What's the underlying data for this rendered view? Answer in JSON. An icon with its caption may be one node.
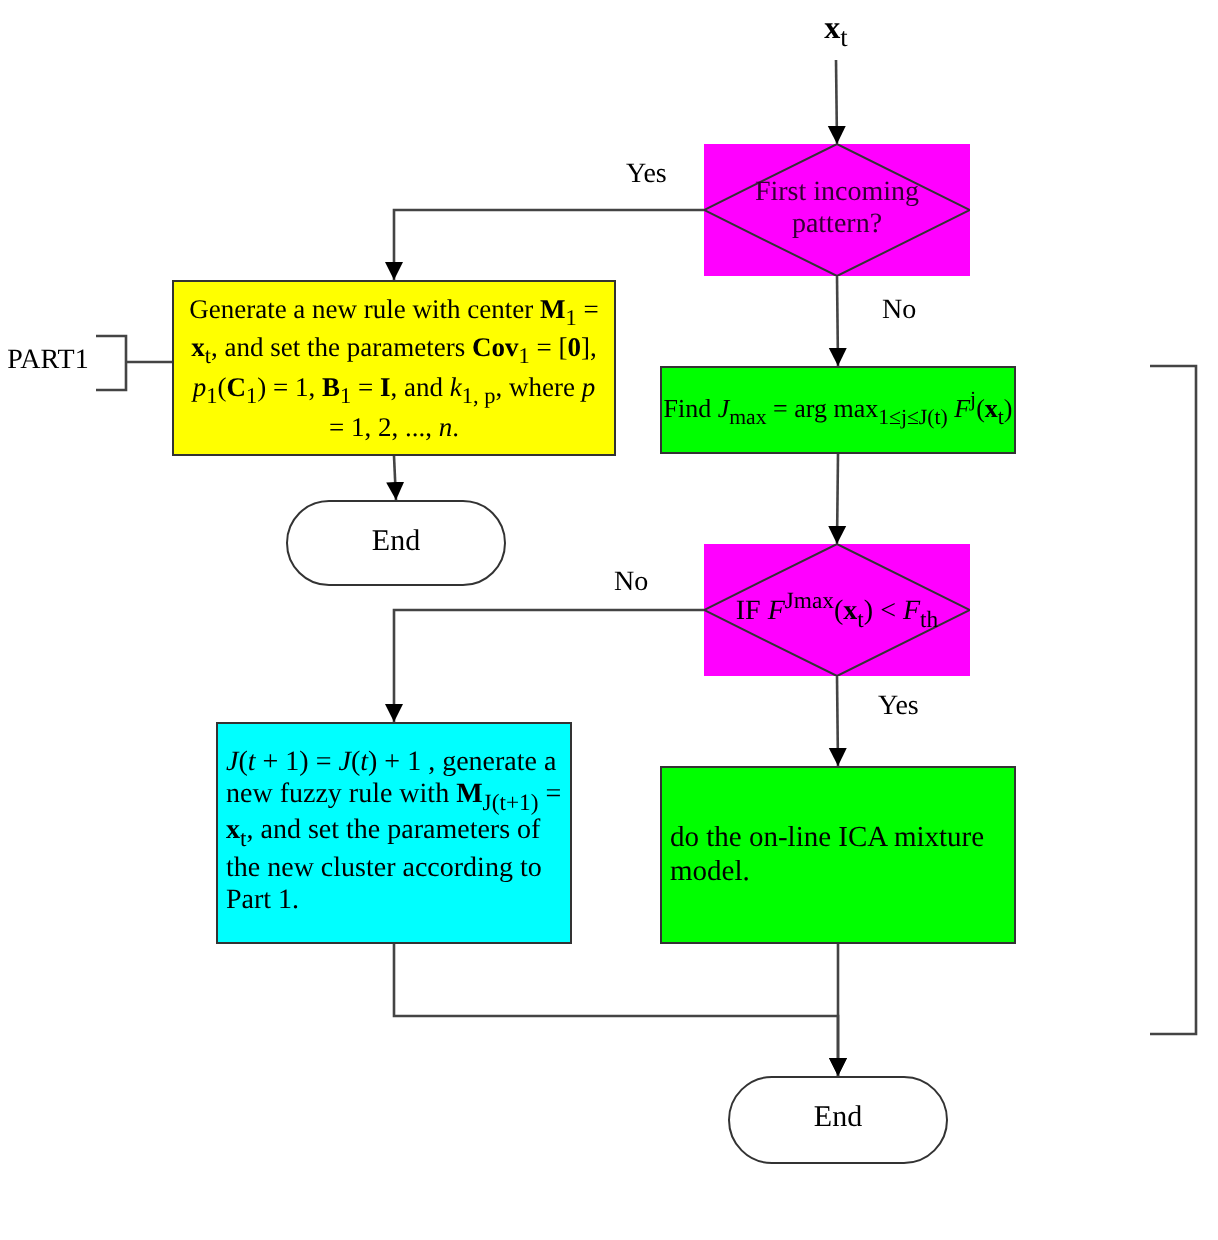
{
  "diagram": {
    "nodes": [
      {
        "text": [
          "**x**$_{t}$"
        ]
      },
      {
        "text": [
          "First incoming pattern?"
        ]
      },
      {
        "text": [
          "Generate a new rule with center **M**$_{1}$ = **x**$_{t}$, and set the parameters **Cov**$_{1}$ = [**0**], *p*$_{1}$(**C**$_{1}$) = 1, **B**$_{1}$ = **I**, and *k*$_{1, p}$, where *p* = 1, 2, ..., *n*."
        ]
      },
      {
        "text": [
          "End"
        ]
      },
      {
        "text": [
          "Find *J*$_{max}$ = arg max$_{1≤j≤J(t)}$ *F*$^{j}$(**x**$_{t}$)"
        ]
      },
      {
        "text": [
          "IF *F*$^{Jmax}$(**x**$_{t}$) < *F*$_{th}$"
        ]
      },
      {
        "text": [
          "*J*(*t* + 1) = *J*(*t*) + 1 , generate a new fuzzy rule with **M**$_{J(t+1)}$ = **x**$_{t}$, and set the parameters of the new cluster according to Part 1."
        ]
      },
      {
        "text": [
          "do the on-line ICA mixture model."
        ]
      },
      {
        "text": [
          "End"
        ]
      },
      {
        "text": [
          "PART1"
        ]
      }
    ],
    "edges": [
      {
        "from": 0,
        "to": 1,
        "arrow": "to"
      },
      {
        "from": 1,
        "to": 2,
        "arrow": "to",
        "label": "Yes"
      },
      {
        "from": 1,
        "to": 4,
        "arrow": "to",
        "label": "No"
      },
      {
        "from": 2,
        "to": 3,
        "arrow": "to"
      },
      {
        "from": 4,
        "to": 5,
        "arrow": "to"
      },
      {
        "from": 5,
        "to": 6,
        "arrow": "to",
        "label": "No"
      },
      {
        "from": 5,
        "to": 7,
        "arrow": "to",
        "label": "Yes"
      },
      {
        "from": 6,
        "to": 8,
        "arrow": "to"
      },
      {
        "from": 7,
        "to": 8,
        "arrow": "to"
      },
      {
        "from": 9,
        "to": 2,
        "arrow": "none"
      }
    ]
  }
}
